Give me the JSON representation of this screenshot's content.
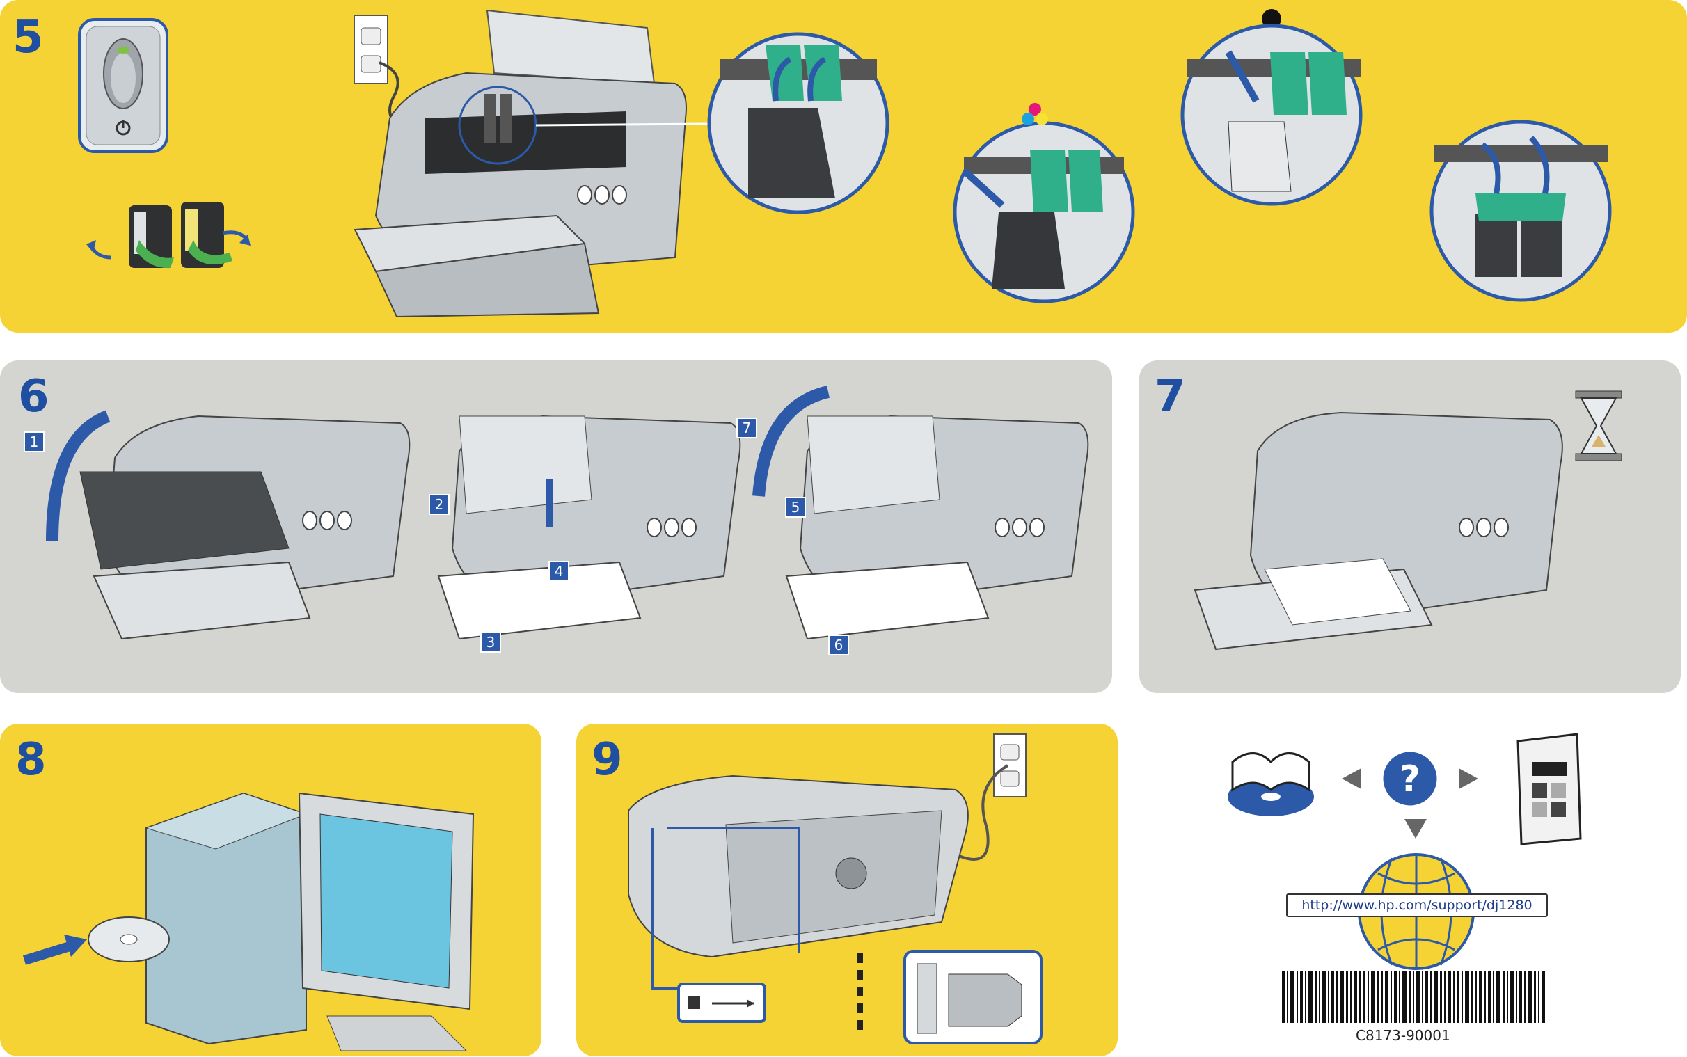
{
  "steps": {
    "s5": "5",
    "s6": "6",
    "s7": "7",
    "s8": "8",
    "s9": "9"
  },
  "substeps": [
    "1",
    "2",
    "3",
    "4",
    "5",
    "6",
    "7"
  ],
  "help": {
    "url": "http://www.hp.com/support/dj1280",
    "part_number": "C8173-90001"
  },
  "colors": {
    "panel_yellow": "#f5d335",
    "panel_gray": "#d4d5d0",
    "step_number": "#1f4fa0",
    "arrow_blue": "#2c59a8"
  },
  "icons": [
    "power-button-icon",
    "ink-cartridge-icon",
    "printer-icon",
    "hourglass-icon",
    "computer-icon",
    "cd-icon",
    "book-icon",
    "question-icon",
    "globe-icon",
    "booklet-icon",
    "usb-connector-icon",
    "parallel-connector-icon",
    "barcode-icon"
  ]
}
